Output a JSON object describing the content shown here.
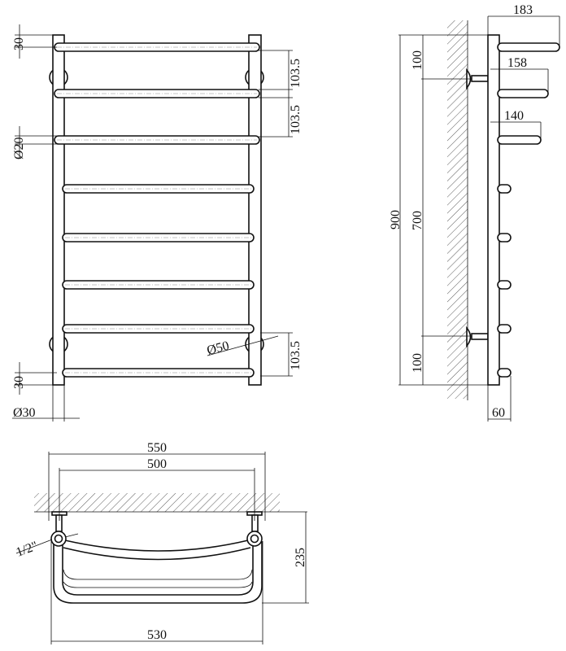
{
  "front_view": {
    "dims": {
      "top_offset": "30",
      "spacing_1": "103.5",
      "spacing_2": "103.5",
      "bar_diameter": "Ø20",
      "spacing_bottom": "103.5",
      "flange_diameter": "Ø50",
      "bottom_offset": "30",
      "rail_diameter": "Ø30"
    }
  },
  "side_view": {
    "dims": {
      "height": "900",
      "mount_spacing": "700",
      "top_mount": "100",
      "bottom_mount": "100",
      "depth_1": "183",
      "depth_2": "158",
      "depth_3": "140",
      "rail_offset": "60"
    }
  },
  "top_view": {
    "dims": {
      "overall_width": "550",
      "mount_width": "500",
      "shelf_width": "530",
      "projection": "235",
      "thread": "1/2\""
    }
  }
}
